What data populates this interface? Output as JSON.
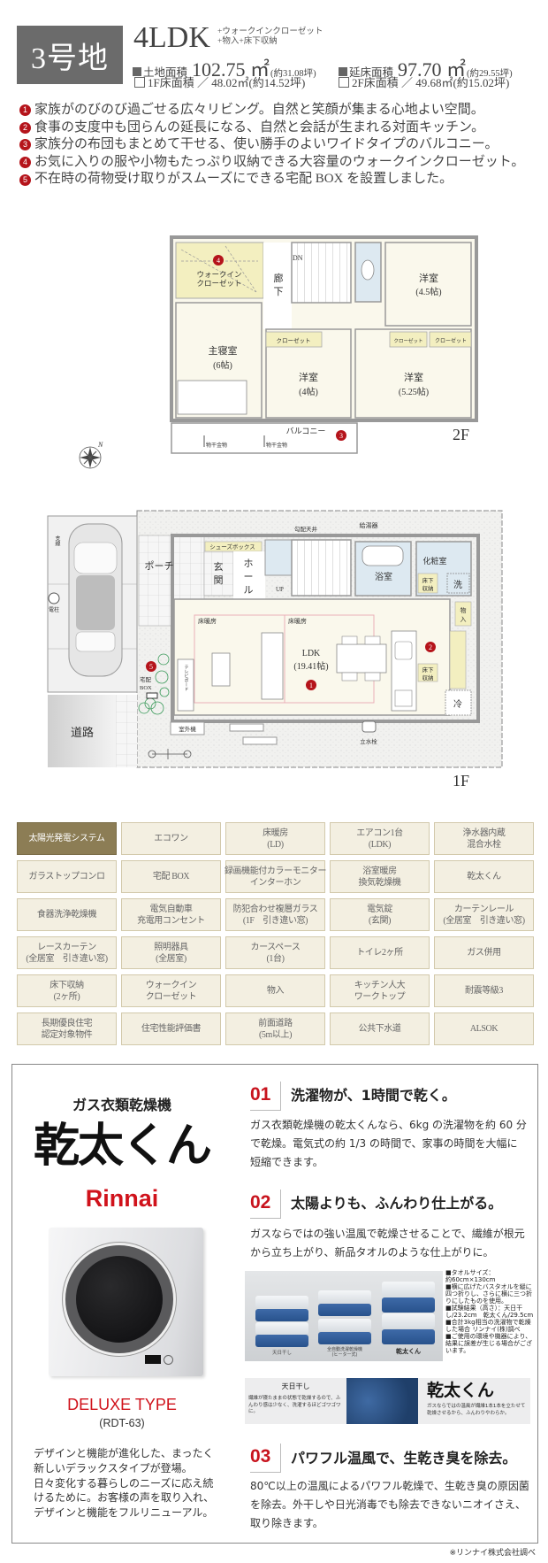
{
  "header": {
    "lot": "3号地",
    "layout": "4LDK",
    "extras": [
      "+ウォークインクローゼット",
      "+物入+床下収納"
    ],
    "land_label": "土地面積",
    "land_value": "102.75 ㎡",
    "land_tsubo": "(約31.08坪)",
    "total_label": "延床面積",
    "total_value": "97.70 ㎡",
    "total_tsubo": "(約29.55坪)",
    "floor1": "1F床面積 ／ 48.02㎡(約14.52坪)",
    "floor2": "2F床面積 ／ 49.68㎡(約15.02坪)"
  },
  "features": [
    {
      "num": "1",
      "text": "家族がのびのび過ごせる広々リビング。自然と笑顔が集まる心地よい空間。"
    },
    {
      "num": "2",
      "text": "食事の支度中も団らんの延長になる、自然と会話が生まれる対面キッチン。"
    },
    {
      "num": "3",
      "text": "家族分の布団もまとめて干せる、使い勝手のよいワイドタイプのバルコニー。"
    },
    {
      "num": "4",
      "text": "お気に入りの服や小物もたっぷり収納できる大容量のウォークインクローゼット。"
    },
    {
      "num": "5",
      "text": "不在時の荷物受け取りがスムーズにできる宅配 BOX を設置しました。"
    }
  ],
  "plan_2f": {
    "floor_label": "2F",
    "compass": "N",
    "wic": [
      "ウォークイン",
      "クローゼット"
    ],
    "dn": "DN",
    "hall": [
      "廊",
      "下"
    ],
    "room_45": [
      "洋室",
      "(4.5帖)"
    ],
    "master": [
      "主寝室",
      "(6帖)"
    ],
    "room_4": [
      "洋室",
      "(4帖)"
    ],
    "room_525": [
      "洋室",
      "(5.25帖)"
    ],
    "closet": "クローゼット",
    "balcony": "バルコニー",
    "hanger": "物干金物",
    "badges": [
      "4",
      "3"
    ]
  },
  "plan_1f": {
    "floor_label": "1F",
    "support_wire": "支線",
    "pole": "電柱",
    "road": "道路",
    "porch": "ポーチ",
    "entrance": [
      "玄",
      "関"
    ],
    "hall": [
      "ホ",
      "ー",
      "ル"
    ],
    "shoebox": "シューズボックス",
    "ceiling": "勾配天井",
    "up": "UP",
    "water_heater": "給湯器",
    "bath": "浴室",
    "powder": "化粧室",
    "wash": "洗",
    "underfloor": [
      "床下",
      "収納"
    ],
    "storage": [
      "物",
      "入"
    ],
    "fridge": "冷",
    "floor_heating": "床暖房",
    "ldk": [
      "LDK",
      "(19.41帖)"
    ],
    "delivery_box": [
      "宅配",
      "BOX"
    ],
    "outdoor_unit": "室外機",
    "faucet": "立水栓",
    "tv": "テレビボード",
    "badges": [
      "1",
      "2",
      "5"
    ]
  },
  "equipment": [
    "太陽光発電システム",
    "エコワン",
    "床暖房\n(LD)",
    "エアコン1台\n(LDK)",
    "浄水器内蔵\n混合水栓",
    "ガラストップコンロ",
    "宅配 BOX",
    "録画機能付カラーモニター\nインターホン",
    "浴室暖房\n換気乾燥機",
    "乾太くん",
    "食器洗浄乾燥機",
    "電気自動車\n充電用コンセント",
    "防犯合わせ複層ガラス\n(1F　引き違い窓)",
    "電気錠\n(玄関)",
    "カーテンレール\n(全居室　引き違い窓)",
    "レースカーテン\n(全居室　引き違い窓)",
    "照明器具\n(全居室)",
    "カースペース\n(1台)",
    "トイレ2ヶ所",
    "ガス併用",
    "床下収納\n(2ヶ所)",
    "ウォークイン\nクローゼット",
    "物入",
    "キッチン人大\nワークトップ",
    "耐震等級3",
    "長期優良住宅\n認定対象物件",
    "住宅性能評価書",
    "前面道路\n(5m以上)",
    "公共下水道",
    "ALSOK"
  ],
  "equipment_highlight_color": "#8c7d55",
  "dryer": {
    "category": "ガス衣類乾燥機",
    "product": "乾太くん",
    "brand": "Rinnai",
    "brand_color": "#d0121b",
    "model_type": "DELUXE TYPE",
    "model_no": "(RDT-63)",
    "description": "デザインと機能が進化した、まったく\n新しいデラックスタイプが登場。\n日々変化する暮らしのニーズに応え続\nけるために。お客様の声を取り入れ、\nデザインと機能をフルリニューアル。",
    "points": [
      {
        "num": "01",
        "title": "洗濯物が、1時間で乾く。",
        "body": "ガス衣類乾燥機の乾太くんなら、6kg の洗濯物を約 60 分\nで乾燥。電気式の約 1/3 の時間で、家事の時間を大幅に\n短縮できます。"
      },
      {
        "num": "02",
        "title": "太陽よりも、ふんわり仕上がる。",
        "body": "ガスならではの強い温風で乾燥させることで、繊維が根元\nから立ち上がり、新品タオルのような仕上がりに。"
      },
      {
        "num": "03",
        "title": "パワフル温風で、生乾き臭を除去。",
        "body": "80℃以上の温風によるパワフル乾燥で、生乾き臭の原因菌\nを除去。外干しや日光消毒でも除去できないニオイさえ、\n取り除きます。"
      }
    ],
    "towel_labels": [
      "天日干し",
      "全自動洗濯乾燥機\n(ヒーター式)",
      "乾太くん"
    ],
    "towel_notes": "■タオルサイズ：\n約60cm×130cm\n■横に広げたバスタオルを縦に四つ折りし、さらに横に三つ折りにしたものを使用。\n■試験結果（高さ）：天日干し/23.2cm　乾太くん/29.5cm\n■合計3kg相当の洗濯物で乾燥した場合 リンナイ(株)調べ\n■ご使用の環境や機器により、結果に誤差が生じる場合がございます。",
    "compare_left_title": "天日干し",
    "compare_left_text": "繊維が寝たままの状態で乾燥するので、ふんわり感は少なく、洗濯するほどゴワゴワに。",
    "compare_right_title": "乾太くん",
    "compare_right_text": "ガスならではの温風が繊維1本1本を立たせて乾燥させるから、ふんわりやわらか。",
    "footnote": "※リンナイ株式会社調べ"
  }
}
